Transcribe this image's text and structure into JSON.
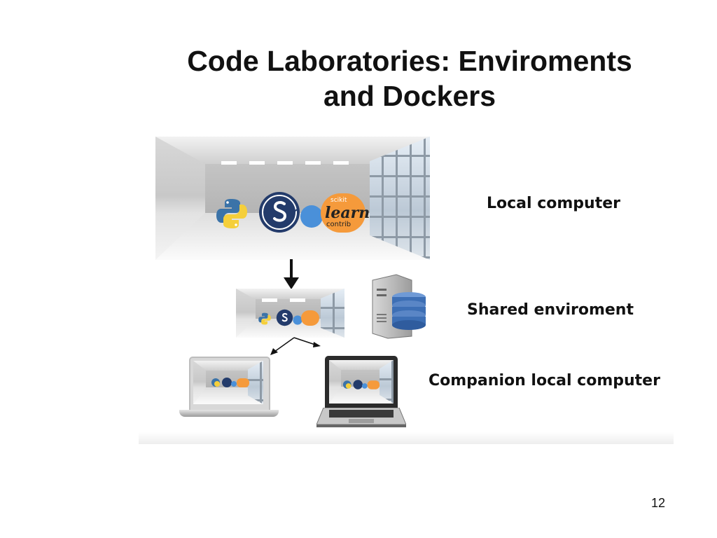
{
  "slide": {
    "title_line1": "Code Laboratories: Enviroments",
    "title_line2": "and Dockers",
    "page_number": "12"
  },
  "diagram": {
    "labels": {
      "local": "Local computer",
      "shared": "Shared enviroment",
      "companion": "Companion local computer"
    },
    "logos": {
      "python": "python-logo-icon",
      "sage": "sage-s-logo-icon",
      "sklearn": "scikit-learn-contrib-logo-icon",
      "sklearn_small_text": "scikit",
      "sklearn_main_text": "learn",
      "sklearn_sub_text": "contrib"
    },
    "server_icon": "server-database-icon",
    "colors": {
      "python_blue": "#3b73a8",
      "python_yellow": "#f5cf3b",
      "sage_navy": "#233b6b",
      "sklearn_orange": "#f59a3b",
      "sklearn_blue": "#4a90d9",
      "database_blue": "#3d6fb5"
    }
  }
}
